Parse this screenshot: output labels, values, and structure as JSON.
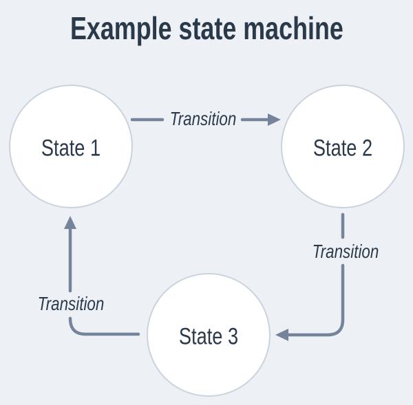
{
  "title": "Example state machine",
  "diagram": {
    "type": "state-machine",
    "states": [
      {
        "id": 1,
        "label": "State 1"
      },
      {
        "id": 2,
        "label": "State 2"
      },
      {
        "id": 3,
        "label": "State 3"
      }
    ],
    "transitions": [
      {
        "label": "Transition",
        "from": "State 1",
        "to": "State 2"
      },
      {
        "label": "Transition",
        "from": "State 2",
        "to": "State 3"
      },
      {
        "label": "Transition",
        "from": "State 3",
        "to": "State 1"
      }
    ]
  },
  "colors": {
    "background": "#edf1f5",
    "node_fill": "#ffffff",
    "node_border": "#c9d3dd",
    "arrow": "#75849b",
    "text": "#2b3a4a"
  }
}
